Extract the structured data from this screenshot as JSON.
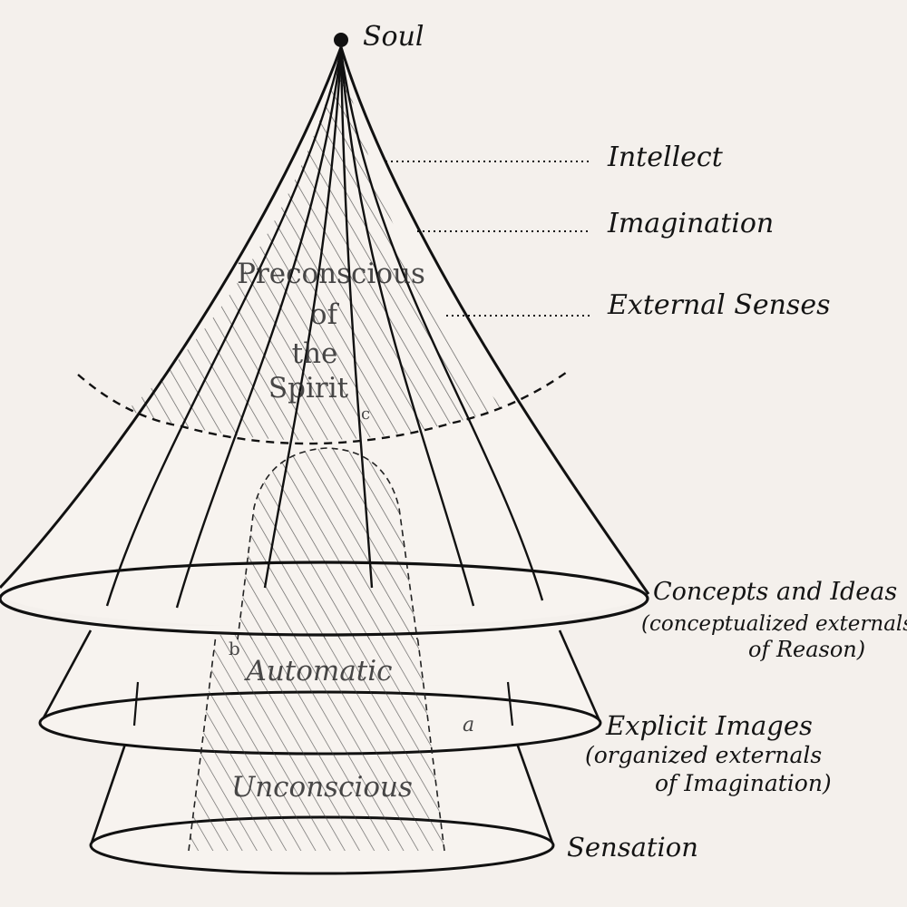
{
  "labels": {
    "apex": "Soul",
    "intellect": "Intellect",
    "imagination": "Imagination",
    "external_senses": "External Senses",
    "concepts": "Concepts and Ideas",
    "concepts_sub1": "(conceptualized externals",
    "concepts_sub2": "of Reason)",
    "images": "Explicit Images",
    "images_sub1": "(organized externals",
    "images_sub2": "of Imagination)",
    "sensation": "Sensation"
  },
  "inner_text": {
    "preconscious_1": "Preconscious",
    "preconscious_2": "of",
    "preconscious_3": "the",
    "preconscious_4": "Spirit",
    "mark_c": "c",
    "automatic": "Automatic",
    "unconscious": "Unconscious",
    "mark_b": "b",
    "mark_a": "a"
  }
}
